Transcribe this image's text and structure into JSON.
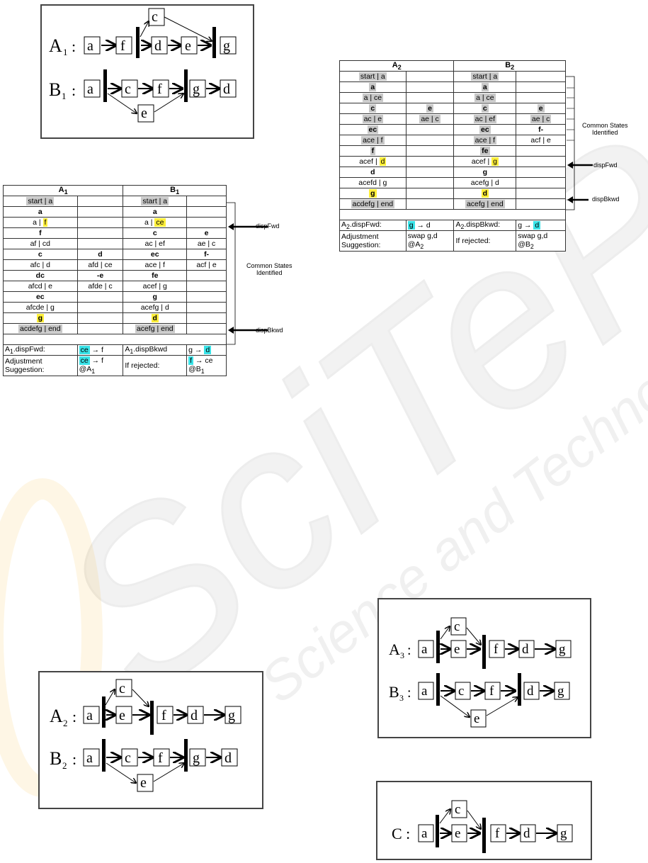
{
  "diagrams": {
    "A1_B1": {
      "A1_label": "A",
      "A1_sub": "1",
      "A1_nodes": [
        "a",
        "f",
        "c",
        "d",
        "e",
        "g"
      ],
      "B1_label": "B",
      "B1_sub": "1",
      "B1_nodes": [
        "a",
        "c",
        "f",
        "e",
        "g",
        "d"
      ]
    },
    "A2_B2": {
      "A2_label": "A",
      "A2_sub": "2",
      "A2_nodes": [
        "a",
        "c",
        "e",
        "f",
        "d",
        "g"
      ],
      "B2_label": "B",
      "B2_sub": "2",
      "B2_nodes": [
        "a",
        "c",
        "f",
        "e",
        "g",
        "d"
      ]
    },
    "A3_B3": {
      "A3_label": "A",
      "A3_sub": "3",
      "A3_nodes": [
        "a",
        "c",
        "e",
        "f",
        "d",
        "g"
      ],
      "B3_label": "B",
      "B3_sub": "3",
      "B3_nodes": [
        "a",
        "c",
        "f",
        "e",
        "d",
        "g"
      ]
    },
    "C": {
      "label": "C :",
      "nodes": [
        "a",
        "c",
        "e",
        "f",
        "d",
        "g"
      ]
    }
  },
  "table1": {
    "head_left": "A",
    "head_left_sub": "1",
    "head_right": "B",
    "head_right_sub": "1",
    "rows": [
      [
        "start | a",
        "",
        "start | a",
        ""
      ],
      [
        "a",
        "",
        "a",
        ""
      ],
      [
        "a | f",
        "",
        "a | ce",
        ""
      ],
      [
        "f",
        "",
        "c",
        "e"
      ],
      [
        "af | cd",
        "",
        "ac | ef",
        "ae | c"
      ],
      [
        "c",
        "d",
        "ec",
        "f-"
      ],
      [
        "afc | d",
        "afd | ce",
        "ace | f",
        "acf | e"
      ],
      [
        "dc",
        "-e",
        "fe",
        ""
      ],
      [
        "afcd | e",
        "afde | c",
        "acef | g",
        ""
      ],
      [
        "ec",
        "",
        "g",
        ""
      ],
      [
        "afcde | g",
        "",
        "acefg | d",
        ""
      ],
      [
        "g",
        "",
        "d",
        ""
      ],
      [
        "acdefg | end",
        "",
        "acefg | end",
        ""
      ]
    ],
    "foot": {
      "r1c1": "A1.dispFwd:",
      "r1c2a": "ce",
      "r1c2b": " → f",
      "r1c3": "A1.dispBkwd",
      "r1c4a": "g → ",
      "r1c4b": "d",
      "r2c1a": "Adjustment",
      "r2c1b": "Suggestion:",
      "r2c2a": "ce",
      "r2c2b": " → f",
      "r2c2c": "@A1",
      "r2c3": "If rejected:",
      "r2c4a": "f",
      "r2c4b": " → ce",
      "r2c4c": "@B1"
    },
    "annotations": {
      "fwd": "dispFwd",
      "bkwd": "dispBkwd",
      "common1": "Common States",
      "common2": "Identified"
    }
  },
  "table2": {
    "head_left": "A",
    "head_left_sub": "2",
    "head_right": "B",
    "head_right_sub": "2",
    "rows": [
      [
        "start | a",
        "",
        "start | a",
        ""
      ],
      [
        "a",
        "",
        "a",
        ""
      ],
      [
        "a | ce",
        "",
        "a | ce",
        ""
      ],
      [
        "c",
        "e",
        "c",
        "e"
      ],
      [
        "ac | e",
        "ae | c",
        "ac | ef",
        "ae | c"
      ],
      [
        "ec",
        "",
        "ec",
        "f-"
      ],
      [
        "ace | f",
        "",
        "ace | f",
        "acf | e"
      ],
      [
        "f",
        "",
        "fe",
        ""
      ],
      [
        "acef | d",
        "",
        "acef | g",
        ""
      ],
      [
        "d",
        "",
        "g",
        ""
      ],
      [
        "acefd | g",
        "",
        "acefg | d",
        ""
      ],
      [
        "g",
        "",
        "d",
        ""
      ],
      [
        "acdefg | end",
        "",
        "acefg | end",
        ""
      ]
    ],
    "foot": {
      "r1c1": "A2.dispFwd:",
      "r1c2a": "g",
      "r1c2b": " → d",
      "r1c3": "A2.dispBkwd:",
      "r1c4a": "g → ",
      "r1c4b": "d",
      "r2c1a": "Adjustment",
      "r2c1b": "Suggestion:",
      "r2c2a": "swap g,d",
      "r2c2b": "@A2",
      "r2c3": "If rejected:",
      "r2c4a": "swap g,d",
      "r2c4b": "@B2"
    },
    "annotations": {
      "fwd": "dispFwd",
      "bkwd": "dispBkwd",
      "common1": "Common States",
      "common2": "Identified"
    }
  },
  "watermark": {
    "big": "SciTePress",
    "small": "Science and Technology Publications"
  }
}
